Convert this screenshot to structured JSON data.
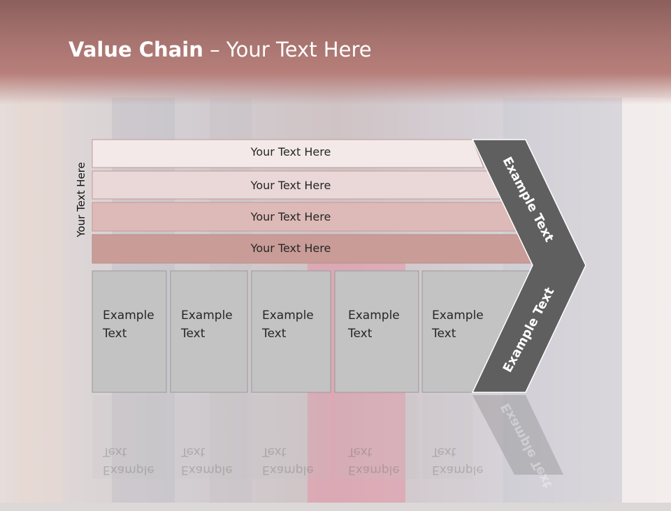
{
  "title": {
    "bold": "Value Chain",
    "rest": " – Your Text Here"
  },
  "side_label": "Your Text Here",
  "rows": [
    {
      "label": "Your Text Here"
    },
    {
      "label": "Your Text Here"
    },
    {
      "label": "Your Text Here"
    },
    {
      "label": "Your Text Here"
    }
  ],
  "boxes": [
    {
      "label": "Example\nText"
    },
    {
      "label": "Example\nText"
    },
    {
      "label": "Example\nText"
    },
    {
      "label": "Example\nText"
    },
    {
      "label": "Example\nText"
    }
  ],
  "chevron": {
    "upper_label": "Example Text",
    "lower_label": "Example Text",
    "color": "#5f5f5f"
  },
  "colors": {
    "row_fills": [
      "#f3e9e9",
      "#ead7d7",
      "#ddbab7",
      "#c99c97"
    ],
    "box_fill": "#c3c3c3"
  }
}
